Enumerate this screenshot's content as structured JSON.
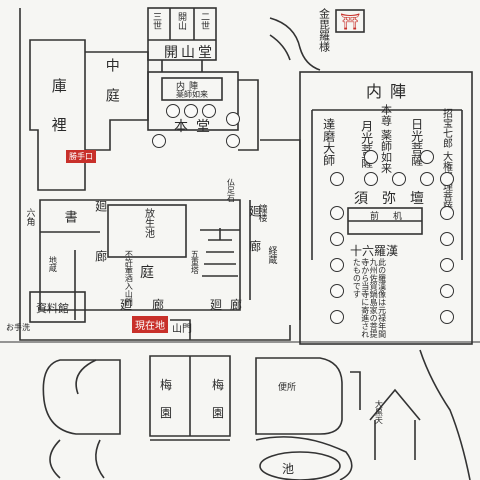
{
  "kaisando": {
    "title": "開山堂",
    "statues": [
      "三世",
      "開山",
      "二世"
    ]
  },
  "konpira": "金毘羅様",
  "naijin": {
    "title": "内陣",
    "left_figures": [
      "達磨大師"
    ],
    "right_figures": [
      "日光菩薩",
      "招宝七郎 大権修理菩薩"
    ],
    "center_figures": [
      "本尊 薬師如来",
      "月光菩薩"
    ],
    "altar": [
      "須",
      "弥",
      "壇"
    ],
    "desk": "前机",
    "rakan_title": "十六羅漢",
    "rakan_note": "此の羅漢像は元禄年間九州佐賀鍋島家の菩提寺から当寺に寄進されたものです"
  },
  "naijin_small": "内陣",
  "naijin_small_sub": "薬師如来",
  "hondo": "本堂",
  "kuri": "庫裡",
  "naka_niwa": "中庭",
  "corridors": [
    "廻",
    "廊",
    "廻",
    "廊",
    "廻",
    "廊",
    "廻",
    "廊"
  ],
  "shoin": "書",
  "rokkaku": "六角",
  "shiryokan": "資料館",
  "hojoike": "放生池",
  "teien": "庭",
  "kyozo": "経蔵",
  "ume_en": [
    "梅",
    "園",
    "梅",
    "園"
  ],
  "ike": "池",
  "sanmon": "山門",
  "current_location": "現在地",
  "restroom_sign": "お手洗",
  "shomei": "鐘楼",
  "toilet": "便所",
  "katte_label": "勝手口",
  "butsusekiyo": "仏足石",
  "jizo": "地蔵",
  "hisshi_note": "不許葷酒入山門",
  "gojunoto": "五重塔",
  "daikoku": "大黒天"
}
